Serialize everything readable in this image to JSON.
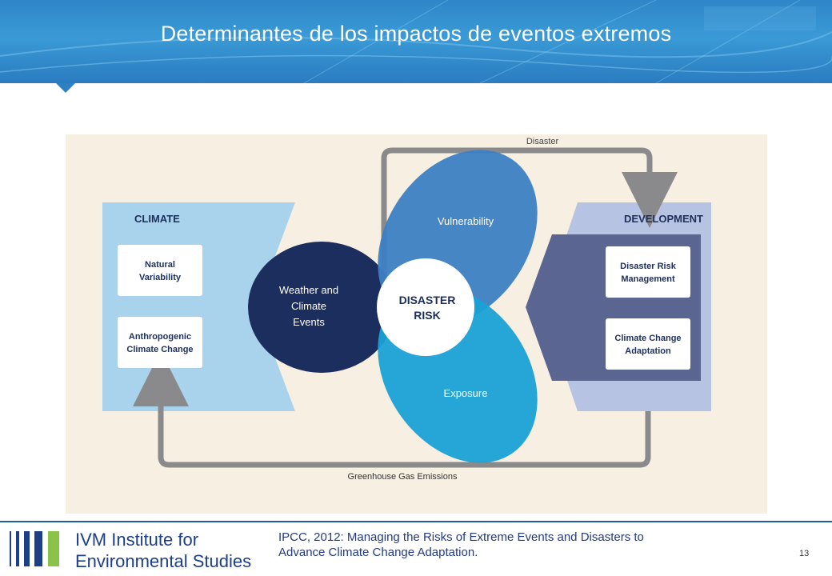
{
  "slide": {
    "title": "Determinantes de los impactos de eventos extremos",
    "page_number": "13"
  },
  "diagram": {
    "disaster_label": "Disaster",
    "climate": {
      "heading": "CLIMATE",
      "box1": [
        "Natural",
        "Variability"
      ],
      "box2": [
        "Anthropogenic",
        "Climate Change"
      ]
    },
    "development": {
      "heading": "DEVELOPMENT",
      "box1": [
        "Disaster Risk",
        "Management"
      ],
      "box2": [
        "Climate Change",
        "Adaptation"
      ]
    },
    "weather": [
      "Weather and",
      "Climate",
      "Events"
    ],
    "vulnerability": "Vulnerability",
    "exposure": "Exposure",
    "risk": [
      "DISASTER",
      "RISK"
    ],
    "emissions_label": "Greenhouse Gas Emissions",
    "colors": {
      "weather": "#1c2e5e",
      "vulnerability": "#3d7fc3",
      "exposure": "#19a1d6",
      "climate_band": "#a9d3ec",
      "development_band": "#b7c3e2",
      "development_panel": "#5b6592",
      "arrow": "#8a8a8c"
    }
  },
  "footer": {
    "logo_line1": "IVM Institute for",
    "logo_line2": "Environmental Studies",
    "citation_line1": "IPCC, 2012: Managing the Risks of Extreme Events and Disasters to",
    "citation_line2": "Advance Climate Change Adaptation."
  }
}
